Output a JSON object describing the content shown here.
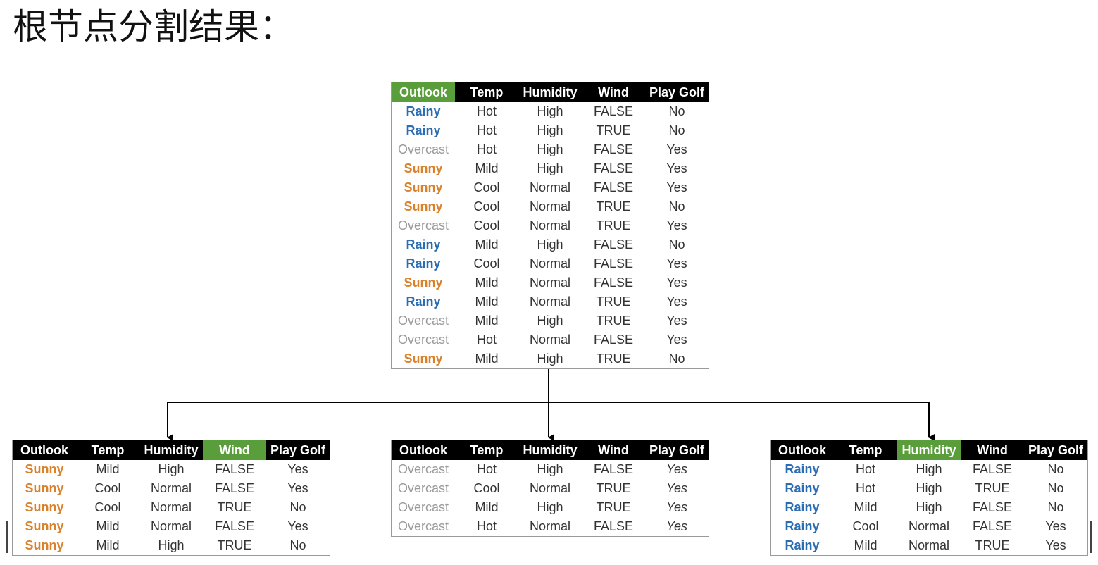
{
  "title": "根节点分割结果：",
  "colors": {
    "header_bg": "#000000",
    "header_highlight": "#5a9e3c",
    "rainy": "#2a6db3",
    "sunny": "#d9822b",
    "overcast": "#9a9a9a",
    "connector": "#000000"
  },
  "root_table": {
    "headers": [
      "Outlook",
      "Temp",
      "Humidity",
      "Wind",
      "Play Golf"
    ],
    "highlight": "Outlook",
    "rows": [
      [
        "Rainy",
        "Hot",
        "High",
        "FALSE",
        "No"
      ],
      [
        "Rainy",
        "Hot",
        "High",
        "TRUE",
        "No"
      ],
      [
        "Overcast",
        "Hot",
        "High",
        "FALSE",
        "Yes"
      ],
      [
        "Sunny",
        "Mild",
        "High",
        "FALSE",
        "Yes"
      ],
      [
        "Sunny",
        "Cool",
        "Normal",
        "FALSE",
        "Yes"
      ],
      [
        "Sunny",
        "Cool",
        "Normal",
        "TRUE",
        "No"
      ],
      [
        "Overcast",
        "Cool",
        "Normal",
        "TRUE",
        "Yes"
      ],
      [
        "Rainy",
        "Mild",
        "High",
        "FALSE",
        "No"
      ],
      [
        "Rainy",
        "Cool",
        "Normal",
        "FALSE",
        "Yes"
      ],
      [
        "Sunny",
        "Mild",
        "Normal",
        "FALSE",
        "Yes"
      ],
      [
        "Rainy",
        "Mild",
        "Normal",
        "TRUE",
        "Yes"
      ],
      [
        "Overcast",
        "Mild",
        "High",
        "TRUE",
        "Yes"
      ],
      [
        "Overcast",
        "Hot",
        "Normal",
        "FALSE",
        "Yes"
      ],
      [
        "Sunny",
        "Mild",
        "High",
        "TRUE",
        "No"
      ]
    ]
  },
  "left_table": {
    "headers": [
      "Outlook",
      "Temp",
      "Humidity",
      "Wind",
      "Play Golf"
    ],
    "highlight": "Wind",
    "rows": [
      [
        "Sunny",
        "Mild",
        "High",
        "FALSE",
        "Yes"
      ],
      [
        "Sunny",
        "Cool",
        "Normal",
        "FALSE",
        "Yes"
      ],
      [
        "Sunny",
        "Cool",
        "Normal",
        "TRUE",
        "No"
      ],
      [
        "Sunny",
        "Mild",
        "Normal",
        "FALSE",
        "Yes"
      ],
      [
        "Sunny",
        "Mild",
        "High",
        "TRUE",
        "No"
      ]
    ]
  },
  "middle_table": {
    "headers": [
      "Outlook",
      "Temp",
      "Humidity",
      "Wind",
      "Play Golf"
    ],
    "highlight": "",
    "rows": [
      [
        "Overcast",
        "Hot",
        "High",
        "FALSE",
        "Yes"
      ],
      [
        "Overcast",
        "Cool",
        "Normal",
        "TRUE",
        "Yes"
      ],
      [
        "Overcast",
        "Mild",
        "High",
        "TRUE",
        "Yes"
      ],
      [
        "Overcast",
        "Hot",
        "Normal",
        "FALSE",
        "Yes"
      ]
    ]
  },
  "right_table": {
    "headers": [
      "Outlook",
      "Temp",
      "Humidity",
      "Wind",
      "Play Golf"
    ],
    "highlight": "Humidity",
    "rows": [
      [
        "Rainy",
        "Hot",
        "High",
        "FALSE",
        "No"
      ],
      [
        "Rainy",
        "Hot",
        "High",
        "TRUE",
        "No"
      ],
      [
        "Rainy",
        "Mild",
        "High",
        "FALSE",
        "No"
      ],
      [
        "Rainy",
        "Cool",
        "Normal",
        "FALSE",
        "Yes"
      ],
      [
        "Rainy",
        "Mild",
        "Normal",
        "TRUE",
        "Yes"
      ]
    ]
  }
}
